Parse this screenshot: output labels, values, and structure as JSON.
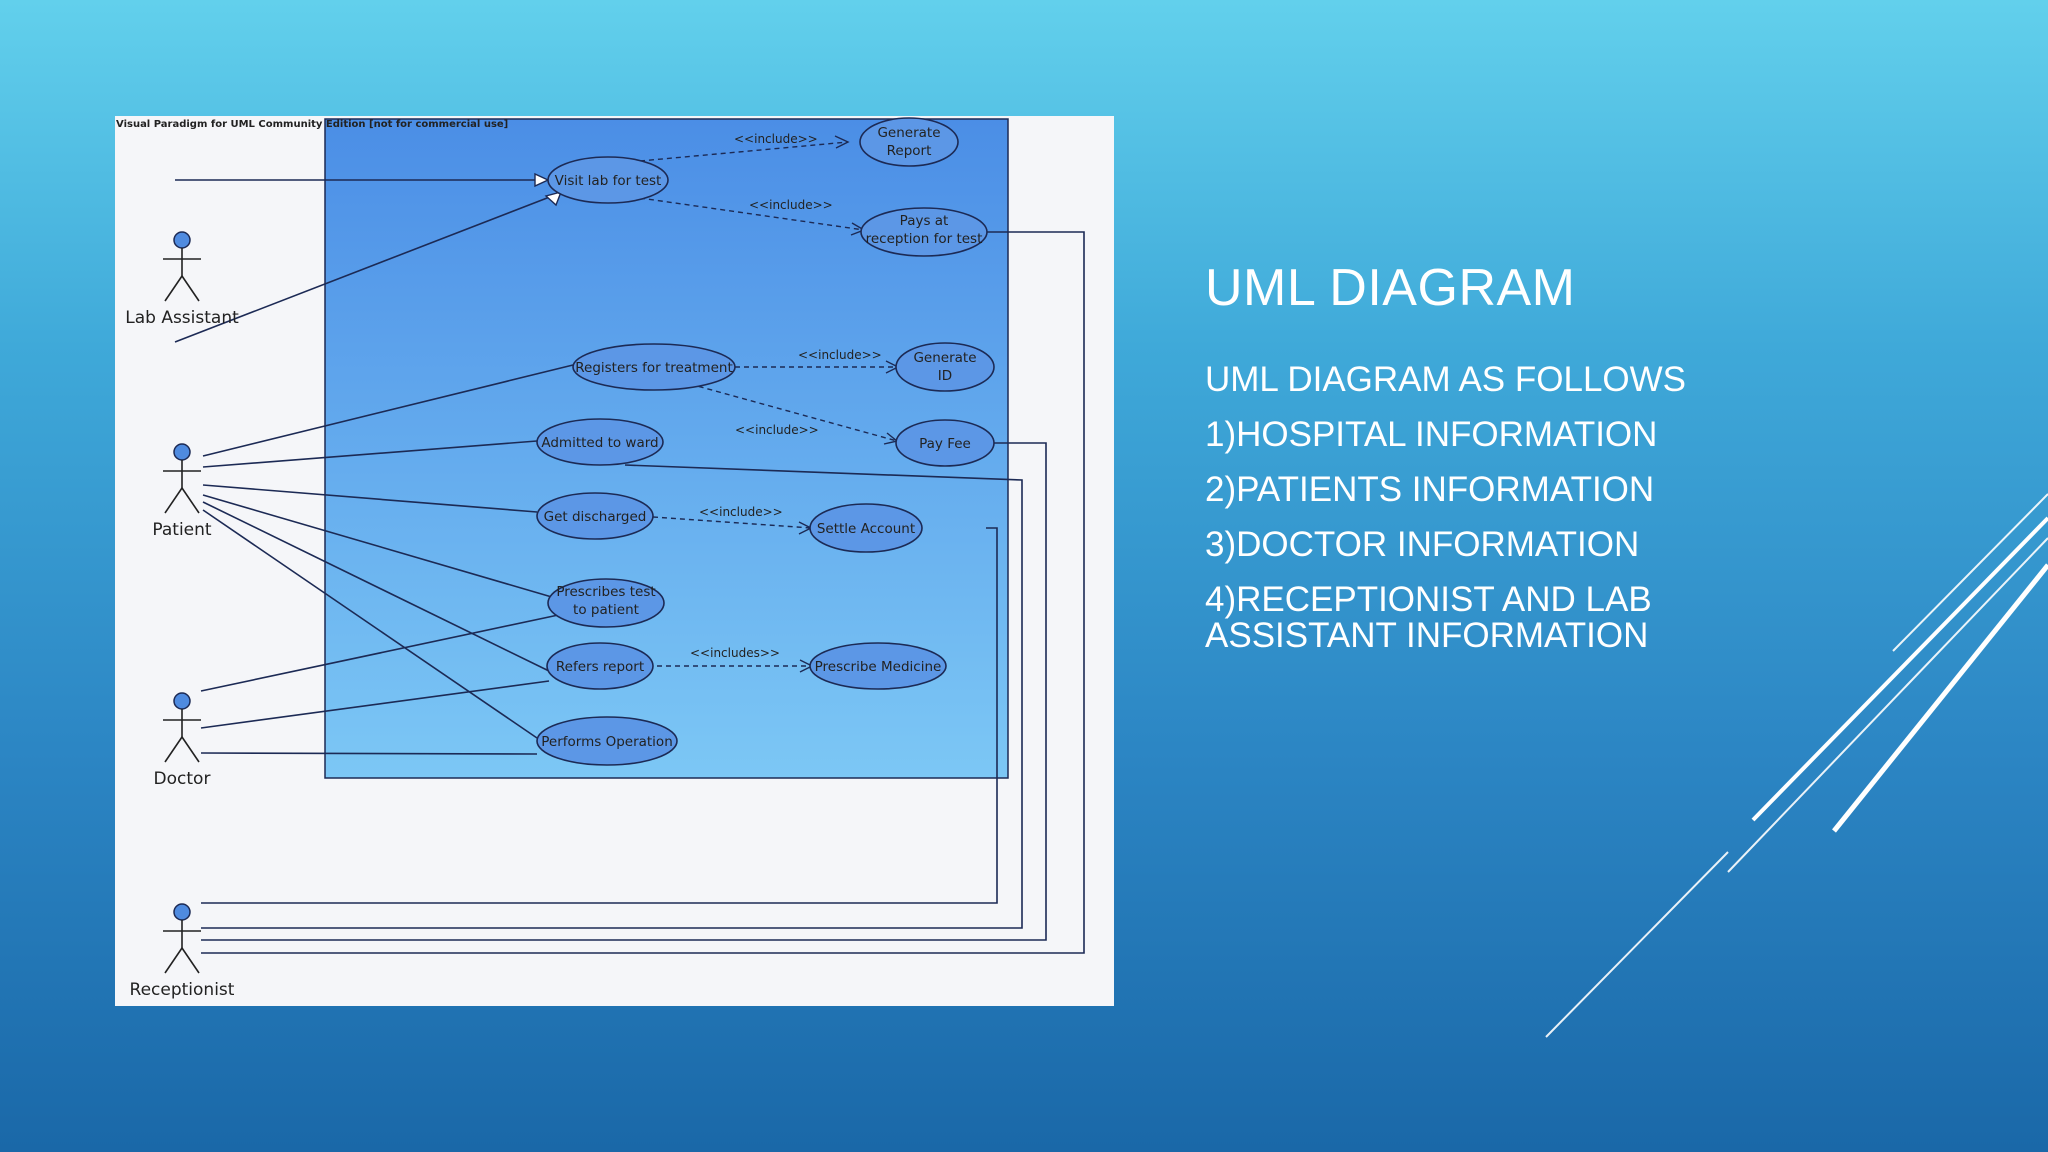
{
  "slide": {
    "title": "UML DIAGRAM",
    "bullets": [
      "UML DIAGRAM AS FOLLOWS",
      "1)HOSPITAL INFORMATION",
      "2)PATIENTS INFORMATION",
      "3)DOCTOR INFORMATION",
      "4)RECEPTIONIST AND LAB ASSISTANT INFORMATION"
    ]
  },
  "diagram": {
    "watermark": "Visual Paradigm for UML Community Edition [not for commercial use]",
    "actors": {
      "lab_assistant": "Lab Assistant",
      "patient": "Patient",
      "doctor": "Doctor",
      "receptionist": "Receptionist"
    },
    "use_cases": {
      "visit_lab": [
        "Visit lab for test"
      ],
      "generate_report": [
        "Generate",
        "Report"
      ],
      "pays_reception": [
        "Pays at",
        "reception for test"
      ],
      "registers": [
        "Registers for treatment"
      ],
      "generate_id": [
        "Generate",
        "ID"
      ],
      "pay_fee": [
        "Pay Fee"
      ],
      "admitted": [
        "Admitted to ward"
      ],
      "discharged": [
        "Get discharged"
      ],
      "settle": [
        "Settle Account"
      ],
      "prescribes_test": [
        "Prescribes test",
        "to patient"
      ],
      "refers_report": [
        "Refers report"
      ],
      "prescribe_medicine": [
        "Prescribe Medicine"
      ],
      "performs_operation": [
        "Performs Operation"
      ]
    },
    "stereotypes": {
      "include": "<<include>>",
      "includes": "<<includes>>"
    },
    "colors": {
      "system_box": "#5b9ae8",
      "panel": "#f5f6f9",
      "line": "#1c2a55"
    }
  }
}
